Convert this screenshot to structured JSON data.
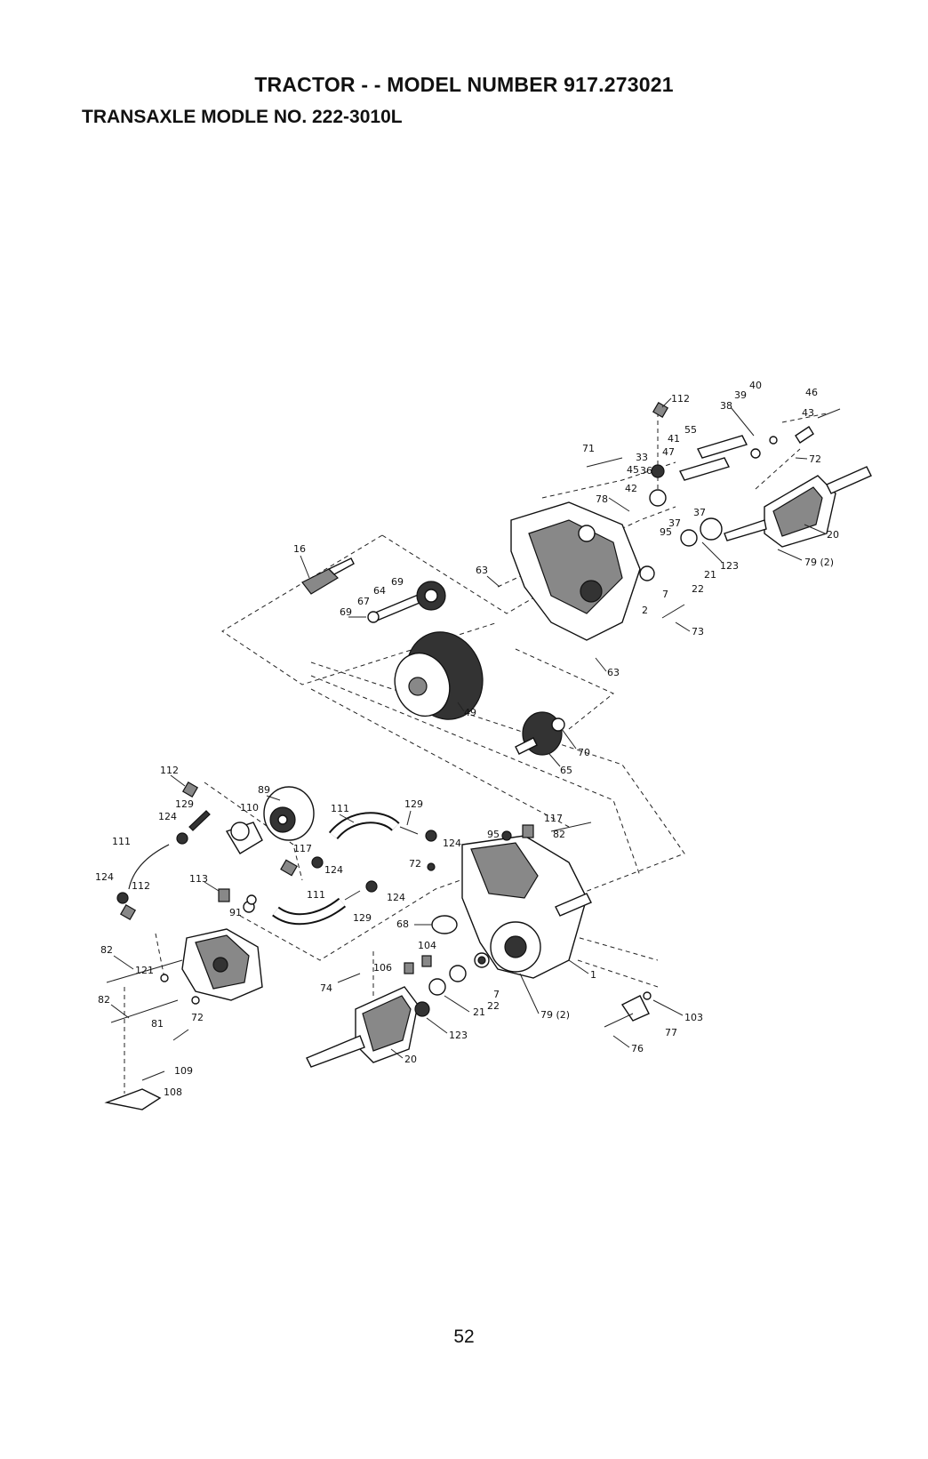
{
  "header": {
    "title": "TRACTOR - - MODEL NUMBER 917.273021",
    "subtitle": "TRANSAXLE  MODLE NO. 222-3010L"
  },
  "footer": {
    "page_number": "52"
  },
  "diagram": {
    "callouts": [
      "112",
      "40",
      "39",
      "38",
      "46",
      "43",
      "41",
      "55",
      "47",
      "72",
      "71",
      "33",
      "45",
      "36",
      "42",
      "78",
      "37",
      "95",
      "37",
      "20",
      "123",
      "21",
      "79 (2)",
      "22",
      "16",
      "63",
      "7",
      "69",
      "64",
      "67",
      "69",
      "2",
      "73",
      "63",
      "49",
      "70",
      "65",
      "112",
      "89",
      "129",
      "110",
      "111",
      "129",
      "124",
      "117",
      "95",
      "82",
      "111",
      "124",
      "117",
      "124",
      "112",
      "113",
      "72",
      "124",
      "111",
      "124",
      "129",
      "91",
      "68",
      "104",
      "82",
      "121",
      "106",
      "74",
      "7",
      "22",
      "21",
      "79 (2)",
      "1",
      "82",
      "72",
      "81",
      "103",
      "77",
      "123",
      "20",
      "76",
      "109",
      "108"
    ]
  }
}
